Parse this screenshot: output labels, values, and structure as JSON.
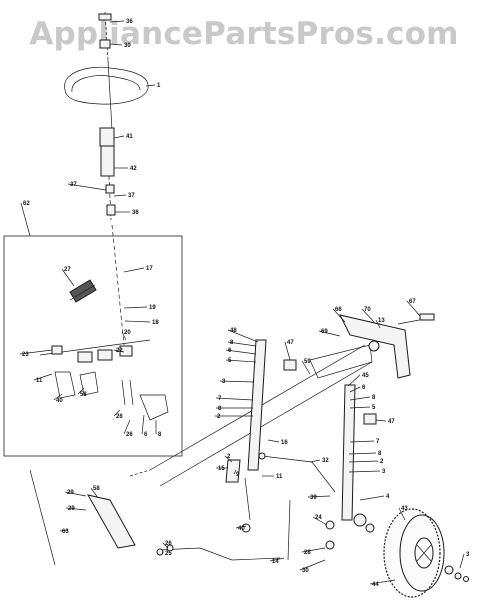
{
  "watermark": "AppliancePartsPros.com",
  "callouts": [
    {
      "id": "c36a",
      "text": "36"
    },
    {
      "id": "c30",
      "text": "30"
    },
    {
      "id": "c1",
      "text": "1"
    },
    {
      "id": "c41",
      "text": "41"
    },
    {
      "id": "c42",
      "text": "42"
    },
    {
      "id": "c37a",
      "text": "37"
    },
    {
      "id": "c37b",
      "text": "37"
    },
    {
      "id": "c36b",
      "text": "36"
    },
    {
      "id": "c62",
      "text": "62"
    },
    {
      "id": "c27",
      "text": "27"
    },
    {
      "id": "c17",
      "text": "17"
    },
    {
      "id": "c19a",
      "text": "19"
    },
    {
      "id": "c18",
      "text": "18"
    },
    {
      "id": "c20",
      "text": "20"
    },
    {
      "id": "c22",
      "text": "22"
    },
    {
      "id": "c23",
      "text": "23"
    },
    {
      "id": "c11",
      "text": "11"
    },
    {
      "id": "c40a",
      "text": "40"
    },
    {
      "id": "c58",
      "text": "58"
    },
    {
      "id": "c26a",
      "text": "26"
    },
    {
      "id": "c26b",
      "text": "26"
    },
    {
      "id": "c6a",
      "text": "6"
    },
    {
      "id": "c8a",
      "text": "8"
    },
    {
      "id": "c66",
      "text": "66"
    },
    {
      "id": "c70",
      "text": "70"
    },
    {
      "id": "c67",
      "text": "67"
    },
    {
      "id": "c13",
      "text": "13"
    },
    {
      "id": "c69",
      "text": "69"
    },
    {
      "id": "c48",
      "text": "48"
    },
    {
      "id": "c8b",
      "text": "8"
    },
    {
      "id": "c6b",
      "text": "6"
    },
    {
      "id": "c5a",
      "text": "5"
    },
    {
      "id": "c47a",
      "text": "47"
    },
    {
      "id": "c59",
      "text": "59"
    },
    {
      "id": "c3a",
      "text": "3"
    },
    {
      "id": "c7a",
      "text": "7"
    },
    {
      "id": "c8c",
      "text": "8"
    },
    {
      "id": "c2a",
      "text": "2"
    },
    {
      "id": "c45",
      "text": "45"
    },
    {
      "id": "c6c",
      "text": "6"
    },
    {
      "id": "c8d",
      "text": "8"
    },
    {
      "id": "c5b",
      "text": "5"
    },
    {
      "id": "c47b",
      "text": "47"
    },
    {
      "id": "c16",
      "text": "16"
    },
    {
      "id": "c7b",
      "text": "7"
    },
    {
      "id": "c8e",
      "text": "8"
    },
    {
      "id": "c2b",
      "text": "2"
    },
    {
      "id": "c3b",
      "text": "3"
    },
    {
      "id": "c15",
      "text": "15"
    },
    {
      "id": "c32",
      "text": "32"
    },
    {
      "id": "c2c",
      "text": "2"
    },
    {
      "id": "c9",
      "text": "9"
    },
    {
      "id": "c11b",
      "text": "11"
    },
    {
      "id": "c39",
      "text": "39"
    },
    {
      "id": "c24",
      "text": "24"
    },
    {
      "id": "c4",
      "text": "4"
    },
    {
      "id": "c40b",
      "text": "40"
    },
    {
      "id": "c43",
      "text": "43"
    },
    {
      "id": "c29a",
      "text": "29"
    },
    {
      "id": "c29b",
      "text": "29"
    },
    {
      "id": "c58b",
      "text": "58"
    },
    {
      "id": "c25",
      "text": "25"
    },
    {
      "id": "c26c",
      "text": "26"
    },
    {
      "id": "c28",
      "text": "28"
    },
    {
      "id": "c14",
      "text": "14"
    },
    {
      "id": "c30b",
      "text": "30"
    },
    {
      "id": "c44",
      "text": "44"
    },
    {
      "id": "c3c",
      "text": "3"
    },
    {
      "id": "c63",
      "text": "63"
    }
  ]
}
